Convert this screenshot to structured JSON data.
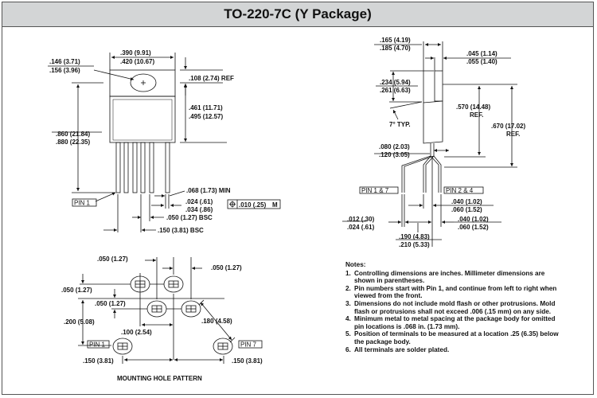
{
  "title": "TO-220-7C (Y Package)",
  "front_view": {
    "tab_width": [
      ".390 (9.91)",
      ".420 (10.67)"
    ],
    "hole_dia": [
      ".146 (3.71)",
      ".156 (3.96)"
    ],
    "hole_offset": ".108 (2.74) REF",
    "body_to_hole": [
      ".461 (11.71)",
      ".495 (12.57)"
    ],
    "overall_length": [
      ".860 (21.84)",
      ".880 (22.35)"
    ],
    "pin_gap_min": ".068 (1.73) MIN",
    "lead_width": [
      ".024 (.61)",
      ".034 (.86)"
    ],
    "position_tolerance": ".010 (.25)",
    "tolerance_modifier": "M",
    "pitch": ".050 (1.27) BSC",
    "span": ".150 (3.81) BSC",
    "pin1_label": "PIN 1"
  },
  "side_view": {
    "body_thickness": [
      ".165 (4.19)",
      ".185 (4.70)"
    ],
    "tab_thickness": [
      ".045 (1.14)",
      ".055 (1.40)"
    ],
    "tab_height": [
      ".234 (5.94)",
      ".261 (6.63)"
    ],
    "draft_angle": "7° TYP.",
    "height_ref_1": [
      ".570 (14.48)",
      "REF."
    ],
    "height_ref_2": [
      ".670 (17.02)",
      "REF."
    ],
    "lead_standoff": [
      ".080 (2.03)",
      ".120 (3.05)"
    ],
    "pin_1_7_label": "PIN 1 & 7",
    "pin_2_4_label": "PIN 2 & 4",
    "lead_offset_a": [
      ".040 (1.02)",
      ".060 (1.52)"
    ],
    "lead_offset_b": [
      ".040 (1.02)",
      ".060 (1.52)"
    ],
    "lead_thickness": [
      ".012 (.30)",
      ".024 (.61)"
    ],
    "outer_span": [
      ".190 (4.83)",
      ".210 (5.33)"
    ]
  },
  "mounting_pattern": {
    "caption": "MOUNTING HOLE PATTERN",
    "dim_top_left": ".050 (1.27)",
    "dim_top_right": ".050 (1.27)",
    "dim_left_row": ".050 (1.27)",
    "dim_mid_row": ".050 (1.27)",
    "dim_vertical": ".200 (5.08)",
    "dim_pitch": ".100 (2.54)",
    "dim_diag": ".180 (4.58)",
    "dim_bottom_left": ".150 (3.81)",
    "dim_bottom_right": ".150 (3.81)",
    "pin1_label": "PIN 1",
    "pin7_label": "PIN 7"
  },
  "notes": {
    "header": "Notes:",
    "items": [
      {
        "num": "1.",
        "text": "Controlling dimensions are inches. Millimeter dimensions are shown in parentheses."
      },
      {
        "num": "2.",
        "text": "Pin numbers start with Pin 1, and continue from left to right when viewed from the front."
      },
      {
        "num": "3.",
        "text": "Dimensions do not include mold flash or other protrusions. Mold flash or protrusions shall not exceed .006 (.15 mm) on any side."
      },
      {
        "num": "4.",
        "text": "Minimum metal to metal spacing at the package body for omitted pin locations is .068 in. (1.73 mm)."
      },
      {
        "num": "5.",
        "text": "Position of terminals to be measured at a location .25 (6.35) below the package body."
      },
      {
        "num": "6.",
        "text": "All terminals are solder plated."
      }
    ]
  }
}
